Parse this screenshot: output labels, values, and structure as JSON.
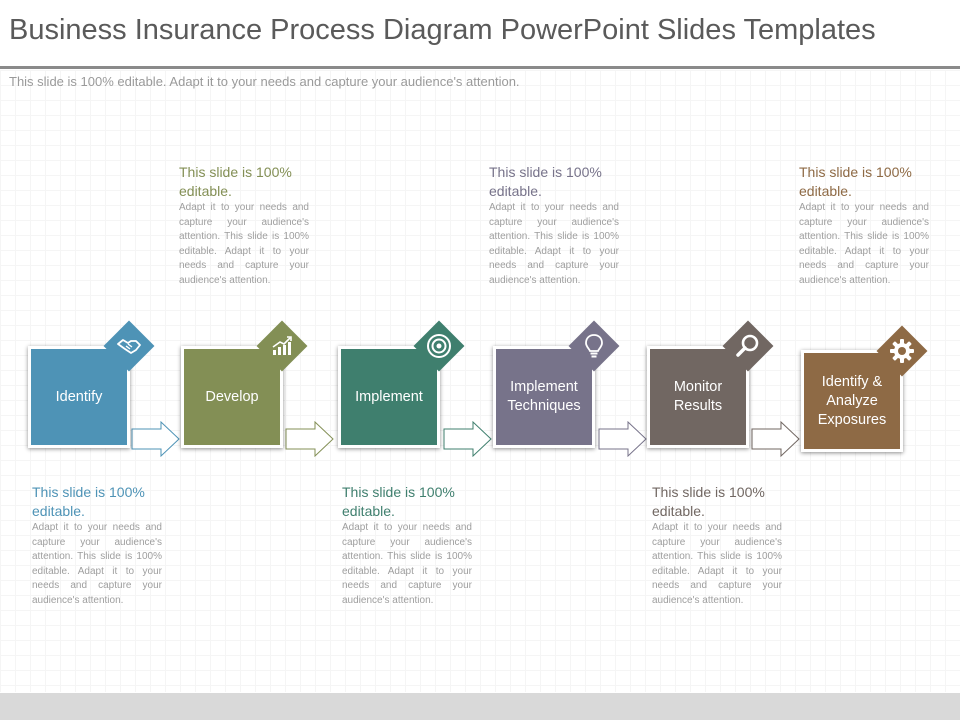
{
  "title": "Business Insurance Process Diagram PowerPoint Slides Templates",
  "subtitle": "This slide is 100% editable. Adapt it to your needs and capture your audience's attention.",
  "steps": [
    {
      "label": "Identify",
      "color": "#4e93b6",
      "icon": "handshake-icon",
      "text_head": "This slide is 100% editable.",
      "text_body": "Adapt it to your needs and capture your audience's attention. This slide is 100% editable. Adapt it to your needs and capture your audience's attention."
    },
    {
      "label": "Develop",
      "color": "#838f55",
      "icon": "growth-chart-icon",
      "text_head": "This slide is 100% editable.",
      "text_body": "Adapt it to your needs and capture your audience's attention. This slide is 100% editable. Adapt it to your needs and capture your audience's attention."
    },
    {
      "label": "Implement",
      "color": "#3f7f6e",
      "icon": "target-icon",
      "text_head": "This slide is 100% editable.",
      "text_body": "Adapt it to your needs and capture your audience's attention. This slide is 100% editable. Adapt it to your needs and capture your audience's attention."
    },
    {
      "label": "Implement Techniques",
      "color": "#77738a",
      "icon": "lightbulb-icon",
      "text_head": "This slide is 100% editable.",
      "text_body": "Adapt it to your needs and capture your audience's attention. This slide is 100% editable. Adapt it to your needs and capture your audience's attention."
    },
    {
      "label": "Monitor Results",
      "color": "#716762",
      "icon": "magnifier-icon",
      "text_head": "This slide is 100% editable.",
      "text_body": "Adapt it to your needs and capture your audience's attention. This slide is 100% editable. Adapt it to your needs and capture your audience's attention."
    },
    {
      "label": "Identify & Analyze Exposures",
      "color": "#8e6a45",
      "icon": "gear-icon",
      "text_head": "This slide is 100% editable.",
      "text_body": "Adapt it to your needs and capture your audience's attention. This slide is 100% editable. Adapt it to your needs and capture your audience's attention."
    }
  ]
}
